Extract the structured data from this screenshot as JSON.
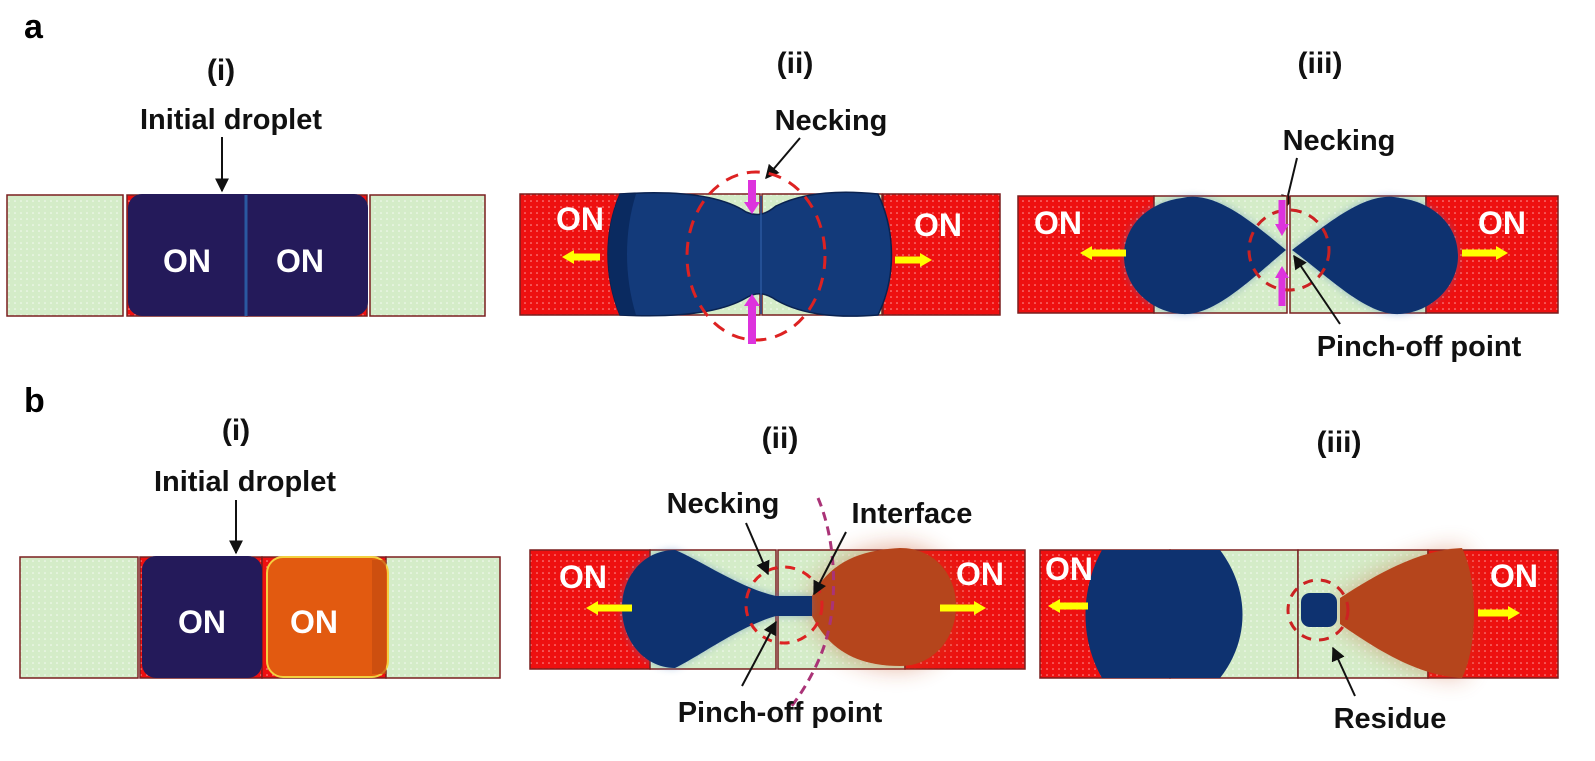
{
  "colors": {
    "electrode_off": "#d4ecc8",
    "electrode_on": "#ee1010",
    "droplet_blue": "#0e3270",
    "droplet_initial": "#241a5a",
    "droplet_orange": "#b5451c",
    "droplet_orange_initial": "#e25a10",
    "arrow_yellow": "#ffff00",
    "arrow_magenta": "#dd33dd",
    "dashed_red": "#dd2222",
    "interface_dash": "#aa3377",
    "electrode_border": "#7a1f1f"
  },
  "labels": {
    "a": "a",
    "b": "b",
    "i": "(i)",
    "ii": "(ii)",
    "iii": "(iii)",
    "initial_droplet": "Initial droplet",
    "necking": "Necking",
    "pinch_off_point": "Pinch-off point",
    "interface": "Interface",
    "residue": "Residue",
    "on": "ON"
  }
}
